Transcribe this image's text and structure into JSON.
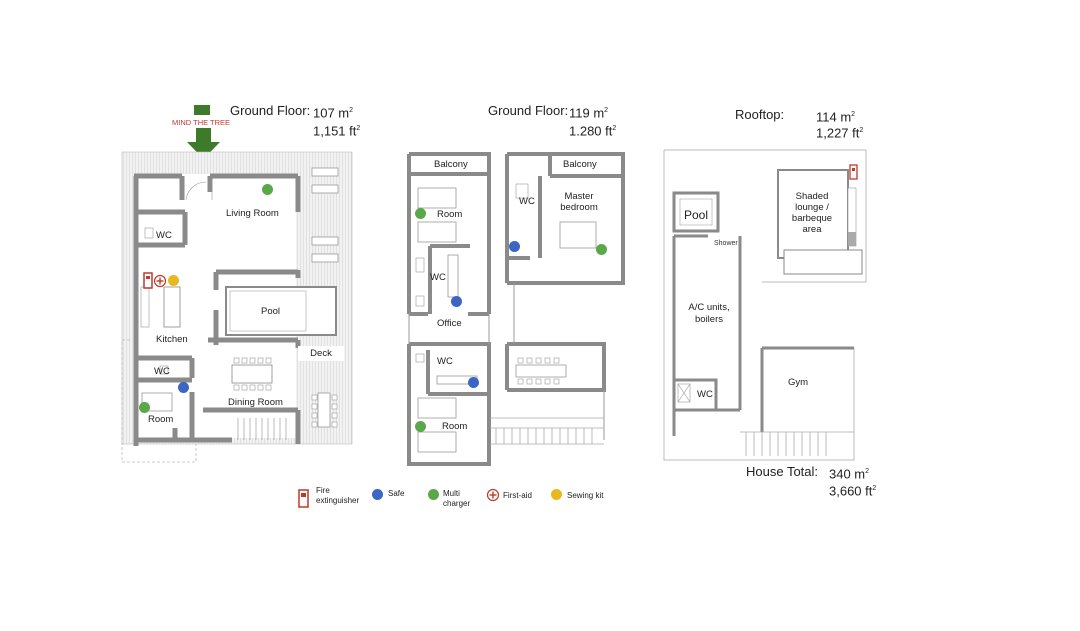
{
  "warning": {
    "text": "MIND THE TREE",
    "color": "#c0392b",
    "arrow_color": "#3d7a2a"
  },
  "floors": [
    {
      "title": "Ground Floor:",
      "area_m2": "107 m",
      "area_ft2": "1,151 ft"
    },
    {
      "title": "Ground Floor:",
      "area_m2": "119 m",
      "area_ft2": "1.280 ft"
    },
    {
      "title": "Rooftop:",
      "area_m2": "114 m",
      "area_ft2": "1,227 ft"
    }
  ],
  "total": {
    "title": "House Total:",
    "area_m2": "340 m",
    "area_ft2": "3,660 ft"
  },
  "sup2": "2",
  "plan1": {
    "living": "Living Room",
    "wc": "WC",
    "pool": "Pool",
    "kitchen": "Kitchen",
    "wc2": "WC",
    "dining": "Dining Room",
    "deck": "Deck",
    "room": "Room"
  },
  "plan2": {
    "balcony1": "Balcony",
    "balcony2": "Balcony",
    "wc_top": "WC",
    "master": "Master bedroom",
    "room1": "Room",
    "wc1": "WC",
    "office": "Office",
    "wc2": "WC",
    "room2": "Room"
  },
  "plan3": {
    "pool": "Pool",
    "shower": "Shower",
    "ac": "A/C units, boilers",
    "wc": "WC",
    "gym": "Gym",
    "lounge": "Shaded lounge / barbeque area"
  },
  "legend": {
    "fire": "Fire extinguisher",
    "safe": "Safe",
    "charger": "Multi charger",
    "firstaid": "First-aid",
    "sewing": "Sewing kit"
  },
  "colors": {
    "safe": "#3b66c4",
    "charger": "#5aa84a",
    "sewing": "#e8b820",
    "red": "#c0392b",
    "wall": "#8a8a8a"
  }
}
